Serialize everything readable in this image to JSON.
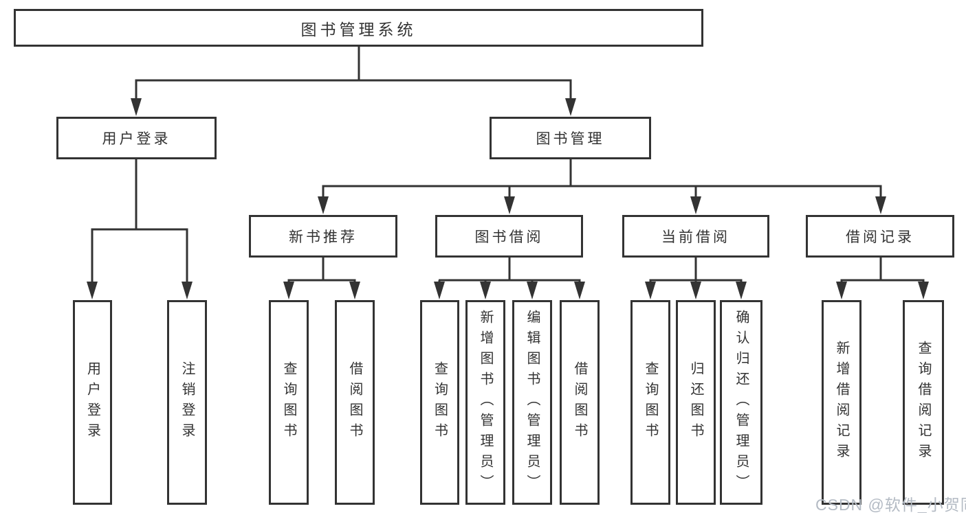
{
  "diagram": {
    "type": "tree-structure-diagram",
    "tree": {
      "label": "图书管理系统",
      "children": [
        {
          "label": "用户登录",
          "children": [
            {
              "label": "用户登录"
            },
            {
              "label": "注销登录"
            }
          ]
        },
        {
          "label": "图书管理",
          "children": [
            {
              "label": "新书推荐",
              "children": [
                {
                  "label": "查询图书"
                },
                {
                  "label": "借阅图书"
                }
              ]
            },
            {
              "label": "图书借阅",
              "children": [
                {
                  "label": "查询图书"
                },
                {
                  "label": "新增图书（管理员）"
                },
                {
                  "label": "编辑图书（管理员）"
                },
                {
                  "label": "借阅图书"
                }
              ]
            },
            {
              "label": "当前借阅",
              "children": [
                {
                  "label": "查询图书"
                },
                {
                  "label": "归还图书"
                },
                {
                  "label": "确认归还（管理员）"
                }
              ]
            },
            {
              "label": "借阅记录",
              "children": [
                {
                  "label": "新增借阅记录"
                },
                {
                  "label": "查询借阅记录"
                }
              ]
            }
          ]
        }
      ]
    }
  },
  "watermark": {
    "text": "CSDN @软件_小贺同学"
  },
  "colors": {
    "line": "#333333",
    "text": "#333333",
    "box_bg": "#ffffff",
    "background": "#ffffff",
    "watermark": "#b4bbc4"
  }
}
